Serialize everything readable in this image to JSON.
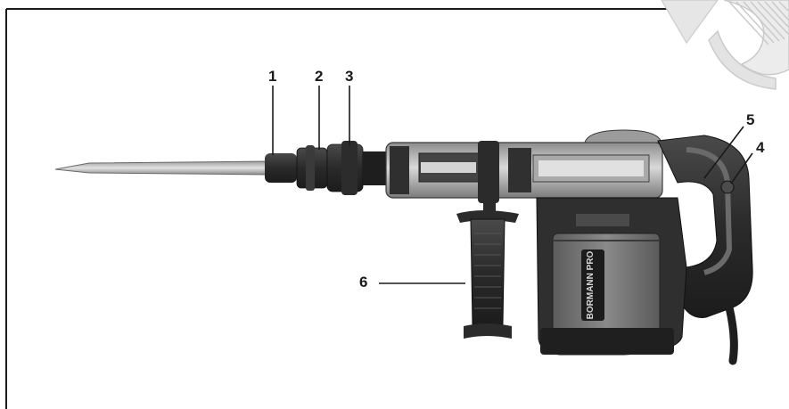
{
  "callouts": [
    {
      "id": "1",
      "label": "1"
    },
    {
      "id": "2",
      "label": "2"
    },
    {
      "id": "3",
      "label": "3"
    },
    {
      "id": "4",
      "label": "4"
    },
    {
      "id": "5",
      "label": "5"
    },
    {
      "id": "6",
      "label": "6"
    }
  ],
  "brand_text": "BORMANN PRO",
  "colors": {
    "frame": "#1a1a1a",
    "body_dark": "#2e2e2e",
    "body_mid": "#6f6f6f",
    "metal": "#b8b8b8",
    "watermark": "#c8c8c8"
  }
}
